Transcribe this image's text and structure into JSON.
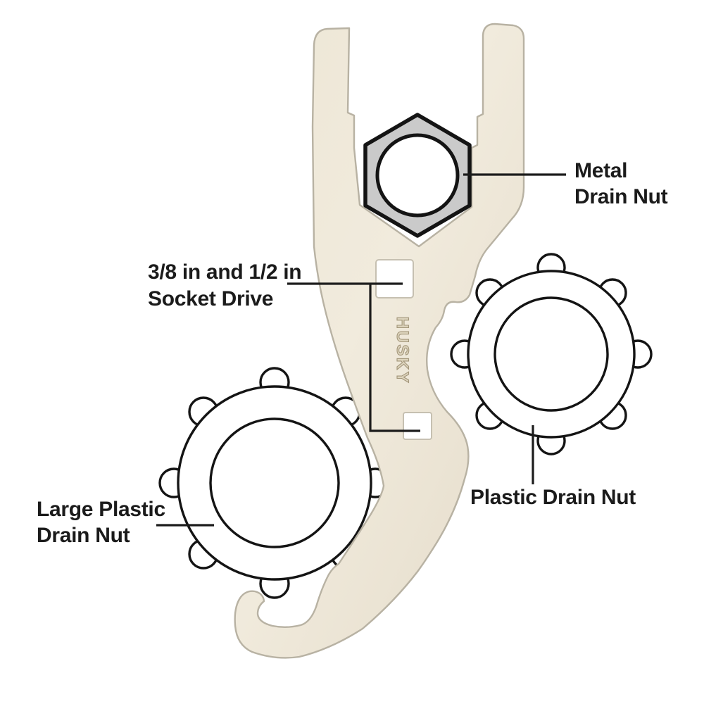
{
  "page": {
    "background": "#ffffff",
    "kind": "product-callout-diagram",
    "subject": "drain nut wrench"
  },
  "tool": {
    "brand_text": "HUSKY",
    "body_color": "#ece5d5",
    "body_color_light": "#f3ede0",
    "body_color_dark": "#e4dbc9",
    "edge_color": "#b8b2a3",
    "hex_nut_color": "#cacaca",
    "outline_color": "#161616"
  },
  "callouts": {
    "metal_drain_nut": {
      "line1": "Metal",
      "line2": "Drain Nut"
    },
    "socket_drive": {
      "line1": "3/8 in and 1/2 in",
      "line2": "Socket Drive"
    },
    "plastic_drain_nut": {
      "line1": "Plastic Drain Nut"
    },
    "large_plastic_drain_nut": {
      "line1": "Large Plastic",
      "line2": "Drain Nut"
    }
  }
}
